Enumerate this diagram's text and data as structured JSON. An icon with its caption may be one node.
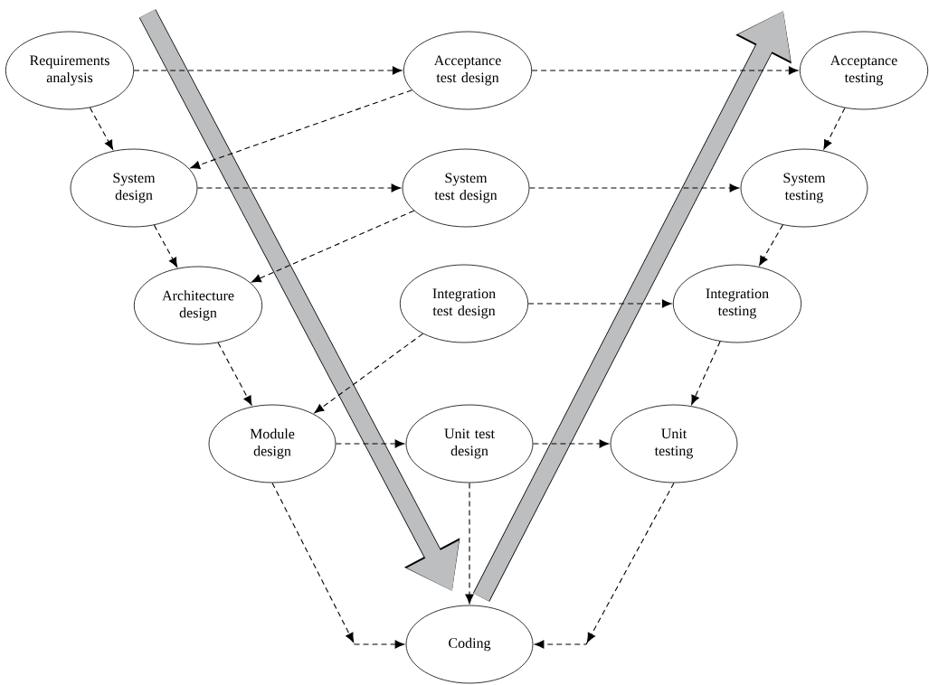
{
  "diagram": {
    "nodes": [
      {
        "text": [
          "Requirements analysis"
        ]
      },
      {
        "text": [
          "Acceptance test design"
        ]
      },
      {
        "text": [
          "Acceptance testing"
        ]
      },
      {
        "text": [
          "System design"
        ]
      },
      {
        "text": [
          "System test design"
        ]
      },
      {
        "text": [
          "System testing"
        ]
      },
      {
        "text": [
          "Architecture design"
        ]
      },
      {
        "text": [
          "Integration test design"
        ]
      },
      {
        "text": [
          "Integration testing"
        ]
      },
      {
        "text": [
          "Module design"
        ]
      },
      {
        "text": [
          "Unit test design"
        ]
      },
      {
        "text": [
          "Unit testing"
        ]
      },
      {
        "text": [
          "Coding"
        ]
      }
    ],
    "edges": [
      {
        "from": 0,
        "to": 1,
        "arrow": "to",
        "style": "dashed"
      },
      {
        "from": 0,
        "to": 3,
        "arrow": "to",
        "style": "dashed"
      },
      {
        "from": 1,
        "to": 3,
        "arrow": "to",
        "style": "dashed"
      },
      {
        "from": 1,
        "to": 2,
        "arrow": "to",
        "style": "dashed"
      },
      {
        "from": 2,
        "to": 5,
        "arrow": "to",
        "style": "dashed"
      },
      {
        "from": 3,
        "to": 4,
        "arrow": "to",
        "style": "dashed"
      },
      {
        "from": 3,
        "to": 6,
        "arrow": "to",
        "style": "dashed"
      },
      {
        "from": 4,
        "to": 6,
        "arrow": "to",
        "style": "dashed"
      },
      {
        "from": 4,
        "to": 5,
        "arrow": "to",
        "style": "dashed"
      },
      {
        "from": 5,
        "to": 8,
        "arrow": "to",
        "style": "dashed"
      },
      {
        "from": 7,
        "to": 9,
        "arrow": "to",
        "style": "dashed"
      },
      {
        "from": 7,
        "to": 8,
        "arrow": "to",
        "style": "dashed"
      },
      {
        "from": 6,
        "to": 9,
        "arrow": "to",
        "style": "dashed"
      },
      {
        "from": 8,
        "to": 11,
        "arrow": "to",
        "style": "dashed"
      },
      {
        "from": 9,
        "to": 10,
        "arrow": "to",
        "style": "dashed"
      },
      {
        "from": 10,
        "to": 11,
        "arrow": "to",
        "style": "dashed"
      },
      {
        "from": 10,
        "to": 12,
        "arrow": "to",
        "style": "dashed"
      },
      {
        "from": 9,
        "to": 12,
        "arrow": "to",
        "style": "dashed"
      },
      {
        "from": 11,
        "to": 12,
        "arrow": "to",
        "style": "dashed"
      },
      {
        "from": null,
        "to": 12,
        "arrow": "to",
        "style": "thick",
        "color": "#bcbec0"
      },
      {
        "from": 12,
        "to": null,
        "arrow": "to",
        "style": "thick",
        "color": "#bcbec0"
      }
    ]
  }
}
